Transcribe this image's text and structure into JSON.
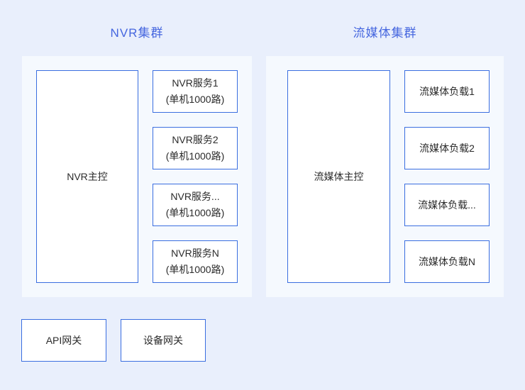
{
  "colors": {
    "page_bg": "#e9effc",
    "panel_bg": "#f5f9fe",
    "box_border": "#3a6ee0",
    "box_bg": "#ffffff",
    "title_blue": "#4566df",
    "text_dark": "#2b2b2b"
  },
  "nvr_cluster": {
    "title": "NVR集群",
    "main_box": "NVR主控",
    "services": [
      {
        "line1": "NVR服务1",
        "line2": "(单机1000路)"
      },
      {
        "line1": "NVR服务2",
        "line2": "(单机1000路)"
      },
      {
        "line1": "NVR服务...",
        "line2": "(单机1000路)"
      },
      {
        "line1": "NVR服务N",
        "line2": "(单机1000路)"
      }
    ]
  },
  "media_cluster": {
    "title": "流媒体集群",
    "main_box": "流媒体主控",
    "loads": [
      {
        "label": "流媒体负载1"
      },
      {
        "label": "流媒体负载2"
      },
      {
        "label": "流媒体负载..."
      },
      {
        "label": "流媒体负载N"
      }
    ]
  },
  "gateways": [
    {
      "label": "API网关"
    },
    {
      "label": "设备网关"
    }
  ]
}
